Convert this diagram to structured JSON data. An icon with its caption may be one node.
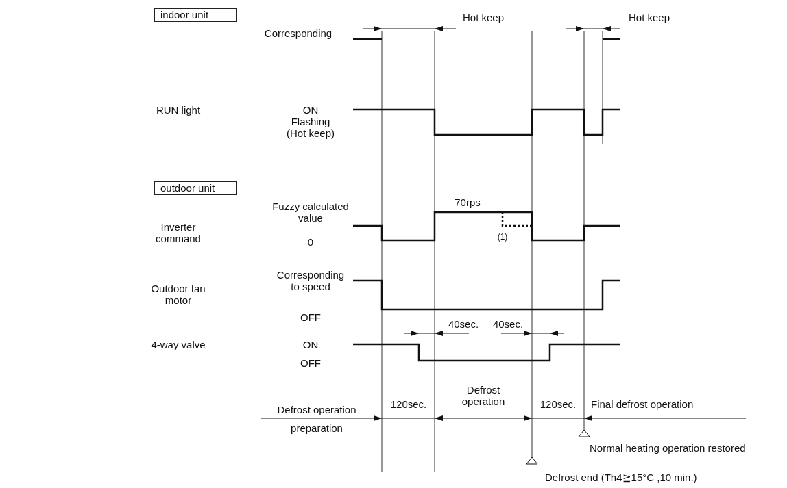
{
  "diagram": {
    "nodes": [
      {
        "text": [
          "indoor unit"
        ]
      },
      {
        "text": [
          "outdoor unit"
        ]
      }
    ],
    "labels": [
      "Hot keep",
      "Hot keep",
      "Corresponding",
      "RUN light",
      "ON",
      "Flashing (Hot keep)",
      "70rps",
      "Fuzzy calculated value",
      "Inverter command",
      "0",
      "(1)",
      "Corresponding to speed",
      "Outdoor fan motor",
      "OFF",
      "40sec.",
      "40sec.",
      "4-way valve",
      "ON",
      "OFF",
      "Defrost operation",
      "120sec.",
      "120sec.",
      "Final defrost operation",
      "Defrost operation preparation",
      "Normal heating operation restored",
      "Defrost end (Th4≧15°C ,10 min.)"
    ]
  }
}
